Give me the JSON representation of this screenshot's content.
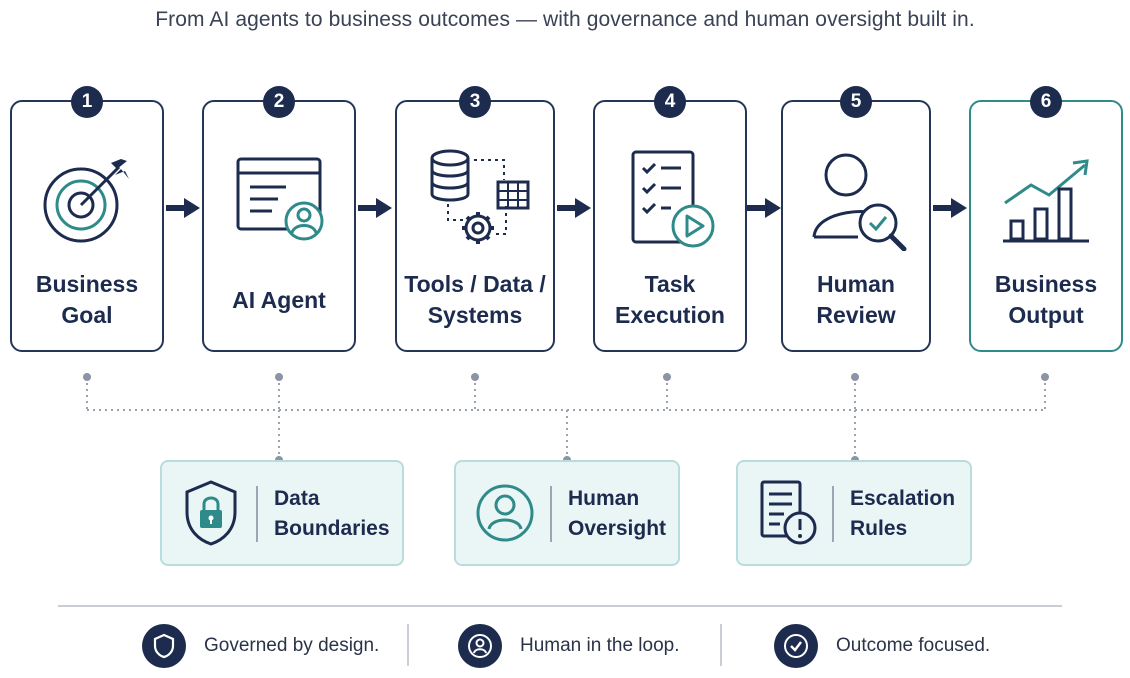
{
  "subtitle": "From AI agents to business outcomes — with governance and human oversight built in.",
  "steps": [
    {
      "number": "1",
      "label": "Business\nGoal",
      "icon": "target-icon"
    },
    {
      "number": "2",
      "label": "AI Agent",
      "icon": "agent-window-icon"
    },
    {
      "number": "3",
      "label": "Tools / Data /\nSystems",
      "icon": "database-gear-icon"
    },
    {
      "number": "4",
      "label": "Task\nExecution",
      "icon": "checklist-play-icon"
    },
    {
      "number": "5",
      "label": "Human\nReview",
      "icon": "person-magnifier-icon"
    },
    {
      "number": "6",
      "label": "Business\nOutput",
      "icon": "growth-chart-icon"
    }
  ],
  "governance": [
    {
      "label": "Data\nBoundaries",
      "icon": "shield-lock-icon"
    },
    {
      "label": "Human\nOversight",
      "icon": "person-circle-icon"
    },
    {
      "label": "Escalation\nRules",
      "icon": "document-alert-icon"
    }
  ],
  "footer": [
    {
      "text": "Governed by design.",
      "icon": "shield-icon"
    },
    {
      "text": "Human in the loop.",
      "icon": "person-icon"
    },
    {
      "text": "Outcome focused.",
      "icon": "check-circle-icon"
    }
  ],
  "colors": {
    "navy": "#1c2b4e",
    "teal": "#2f8a8a",
    "governance_bg": "#eaf5f5"
  }
}
